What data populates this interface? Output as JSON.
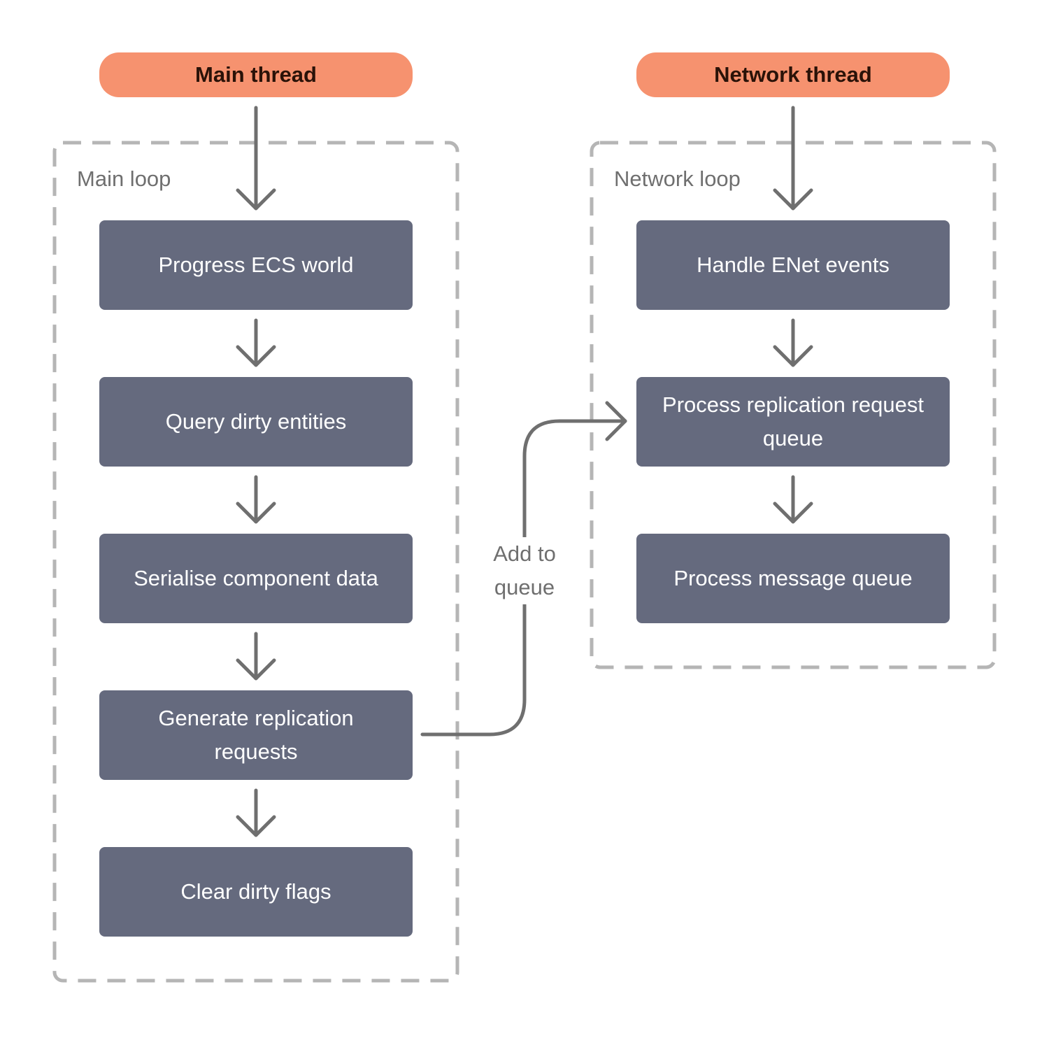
{
  "colors": {
    "thread_header_fill": "#f6926f",
    "node_fill": "#656a7e",
    "node_text": "#ffffff",
    "connector": "#6f6f6f",
    "loop_border": "#b5b5b5"
  },
  "threads": {
    "main": {
      "header": "Main thread",
      "loop_label": "Main loop",
      "steps": [
        "Progress ECS world",
        "Query dirty entities",
        "Serialise component data",
        "Generate replication requests",
        "Clear dirty flags"
      ]
    },
    "network": {
      "header": "Network thread",
      "loop_label": "Network loop",
      "steps": [
        "Handle ENet events",
        "Process replication request queue",
        "Process message queue"
      ]
    }
  },
  "cross_edge": {
    "label": "Add to queue",
    "from": "Generate replication requests",
    "to": "Process replication request queue"
  }
}
